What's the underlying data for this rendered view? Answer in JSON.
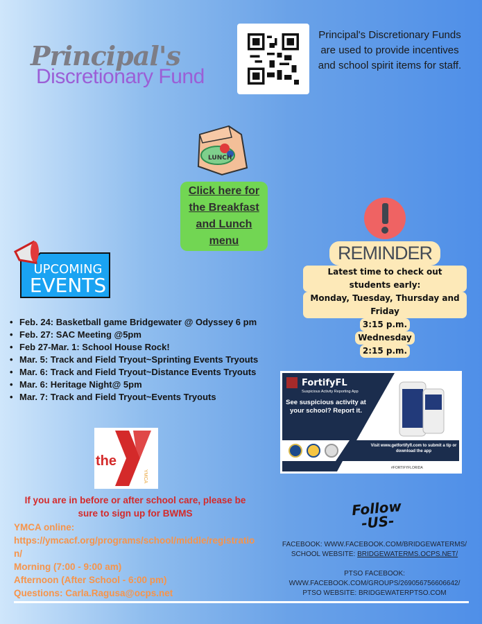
{
  "header": {
    "logo_line1": "Principal's",
    "logo_line2": "Discretionary Fund",
    "description": "Principal's Discretionary Funds are used to provide incentives and school spirit items for staff."
  },
  "lunch": {
    "bag_label": "LUNCH",
    "link": "Click here for the Breakfast and Lunch menu"
  },
  "events": {
    "heading1": "UPCOMING",
    "heading2": "EVENTS",
    "items": [
      "Feb. 24: Basketball game Bridgewater @ Odyssey 6 pm",
      "Feb. 27: SAC Meeting  @5pm",
      "Feb 27-Mar. 1: School House Rock!",
      "Mar. 5: Track and Field Tryout~Sprinting Events Tryouts",
      "Mar. 6: Track and Field Tryout~Distance Events Tryouts",
      "Mar. 6: Heritage Night@ 5pm",
      "Mar. 7: Track and Field Tryout~Events Tryouts"
    ]
  },
  "reminder": {
    "title": "REMINDER",
    "line1": "Latest time to check out students early:",
    "line2": "Monday, Tuesday, Thursday and Friday",
    "line3": "3:15 p.m.",
    "line4": "Wednesday",
    "line5": "2:15 p.m."
  },
  "fortify": {
    "brand": "FortifyFL",
    "subtitle": "Suspicious Activity Reporting App",
    "headline": "See suspicious activity at your school? Report it.",
    "visit": "Visit www.getfortifyfl.com to submit a tip or download the app",
    "hashtag": "#FORTIFYFLORIDA"
  },
  "ymca": {
    "logo": "the",
    "logo_side": "YMCA",
    "note": "If you are in before or after school care, please be sure to sign up for BWMS",
    "online": "YMCA online:",
    "url": "https://ymcacf.org/programs/school/middle/registration/",
    "morning": "Morning (7:00 - 9:00 am)",
    "afternoon": "Afternoon (After School - 6:00 pm)",
    "questions": "Questions: Carla.Ragusa@ocps.net"
  },
  "social": {
    "follow1": "Follow",
    "follow2": "-US-",
    "facebook": "FACEBOOK: WWW.FACEBOOK.COM/BRIDGEWATERMS/",
    "website_label": "SCHOOL WEBSITE: ",
    "website": "BRIDGEWATERMS.OCPS.NET/",
    "ptso_fb_label": "PTSO FACEBOOK:",
    "ptso_fb": "WWW.FACEBOOK.COM/GROUPS/269056756606642/",
    "ptso_site": "PTSO WEBSITE: BRIDGEWATERPTSO.COM"
  }
}
